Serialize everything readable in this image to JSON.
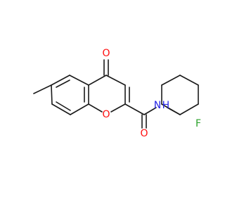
{
  "colors": {
    "background": "#ffffff",
    "bond": "#1a1a1a",
    "oxygen": "#ff0d0d",
    "nitrogen": "#2727e6",
    "fluorine": "#2aa12a"
  },
  "atoms": {
    "carbonyl_o": "O",
    "ring_o": "O",
    "amide_o": "O",
    "amide_nh": "N H",
    "fluorine": "F"
  }
}
